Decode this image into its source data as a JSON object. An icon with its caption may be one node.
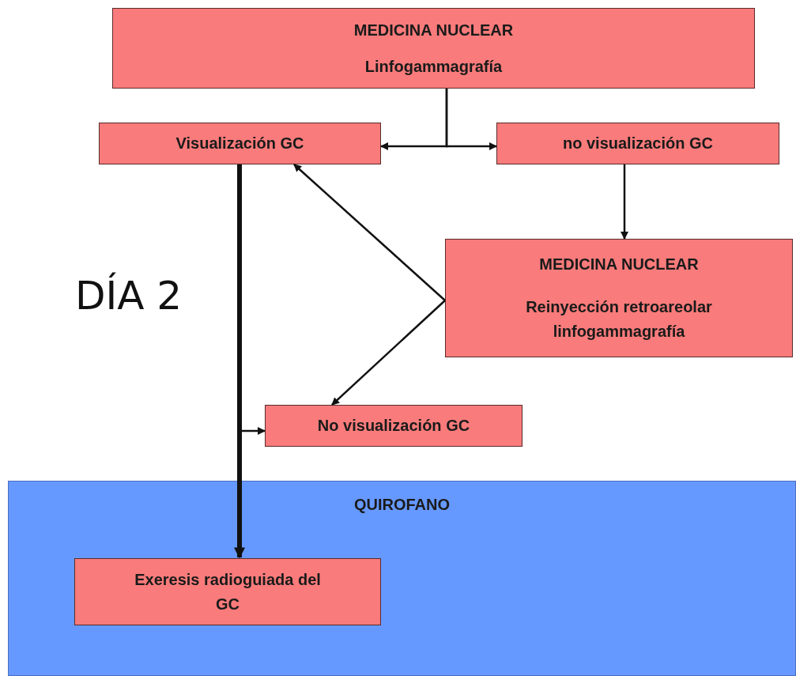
{
  "diagram": {
    "nodes": [
      {
        "text": [
          "MEDICINA NUCLEAR",
          "Linfogammagrafía"
        ]
      },
      {
        "text": [
          "Visualización GC"
        ]
      },
      {
        "text": [
          "no visualización GC"
        ]
      },
      {
        "text": [
          "MEDICINA NUCLEAR",
          "Reinyección retroareolar linfogammagrafía"
        ]
      },
      {
        "text": [
          "No visualización GC"
        ]
      },
      {
        "text": [
          "QUIROFANO"
        ]
      },
      {
        "text": [
          "Exeresis radioguiada del GC"
        ],
        "in": 5
      }
    ],
    "edges": [
      {
        "from": 0,
        "to": 1,
        "arrow": "to"
      },
      {
        "from": 0,
        "to": 2,
        "arrow": "to"
      },
      {
        "from": 2,
        "to": 3,
        "arrow": "to"
      },
      {
        "from": 3,
        "to": 1,
        "arrow": "to"
      },
      {
        "from": 3,
        "to": 4,
        "arrow": "to"
      },
      {
        "from": 1,
        "to": 6,
        "arrow": "to",
        "style": "thick"
      },
      {
        "from": 1,
        "to": 4,
        "arrow": "to"
      }
    ],
    "labels": [
      "DÍA 2"
    ]
  }
}
